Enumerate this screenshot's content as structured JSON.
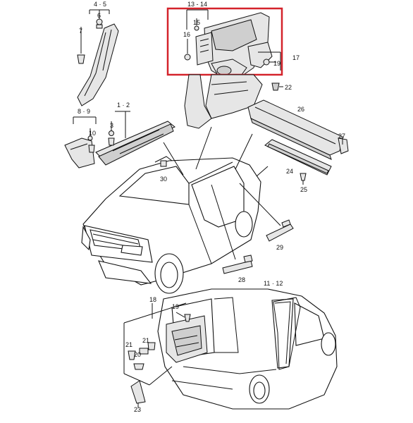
{
  "labels": {
    "l45": "4 · 5",
    "l6": "6",
    "l7": "7",
    "l1314": "13 - 14",
    "l15": "15",
    "l16": "16",
    "l17": "17",
    "l19a": "19",
    "l22": "22",
    "l12": "1 · 2",
    "l89": "8 · 9",
    "l10": "10",
    "l3": "3",
    "l26": "26",
    "l27": "27",
    "l24": "24",
    "l25": "25",
    "l30": "30",
    "l29": "29",
    "l28": "28",
    "l1112": "11 · 12",
    "l18": "18",
    "l19b": "19",
    "l21a": "21",
    "l20": "20",
    "l21b": "21",
    "l23": "23"
  },
  "highlight": {
    "color": "#d4232b",
    "target": "13 - 14"
  }
}
